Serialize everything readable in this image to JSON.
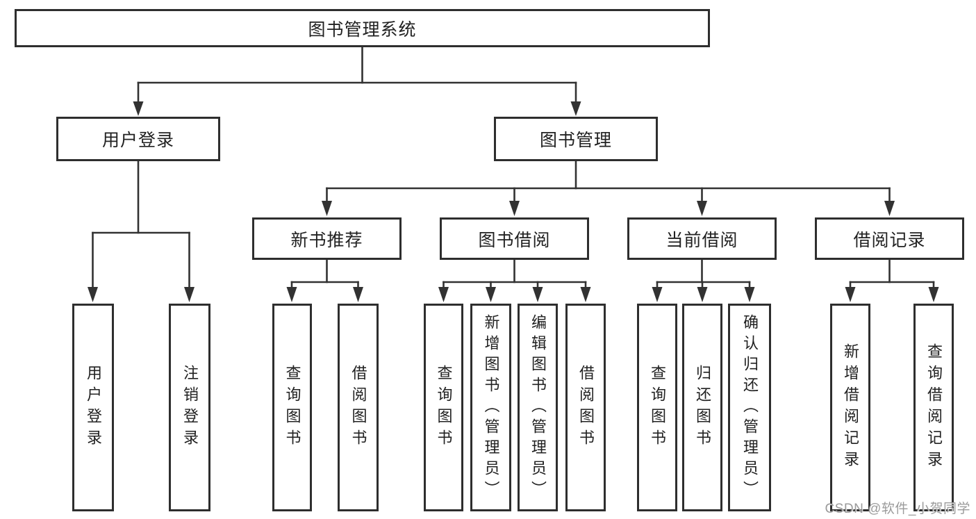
{
  "colors": {
    "background": "#ffffff",
    "box_border": "#2e2e2e",
    "connector": "#323232",
    "text": "#212121",
    "watermark": "#9b9b9b"
  },
  "watermark": {
    "text": "CSDN @软件_小贺同学"
  },
  "tree": {
    "root": {
      "label": "图书管理系统",
      "children": [
        {
          "label": "用户登录",
          "children": [
            {
              "label": "用户登录"
            },
            {
              "label": "注销登录"
            }
          ]
        },
        {
          "label": "图书管理",
          "children": [
            {
              "label": "新书推荐",
              "children": [
                {
                  "label": "查询图书"
                },
                {
                  "label": "借阅图书"
                }
              ]
            },
            {
              "label": "图书借阅",
              "children": [
                {
                  "label": "查询图书"
                },
                {
                  "label": "新增图书（管理员）"
                },
                {
                  "label": "编辑图书（管理员）"
                },
                {
                  "label": "借阅图书"
                }
              ]
            },
            {
              "label": "当前借阅",
              "children": [
                {
                  "label": "查询图书"
                },
                {
                  "label": "归还图书"
                },
                {
                  "label": "确认归还（管理员）"
                }
              ]
            },
            {
              "label": "借阅记录",
              "children": [
                {
                  "label": "新增借阅记录"
                },
                {
                  "label": "查询借阅记录"
                }
              ]
            }
          ]
        }
      ]
    }
  }
}
